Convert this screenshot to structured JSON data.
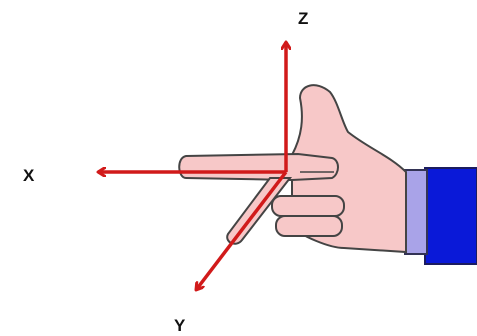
{
  "axes": {
    "x": "X",
    "y": "Y",
    "z": "Z"
  },
  "colors": {
    "axis": "#d11a1a",
    "skin": "#f7c8c8",
    "outline": "#444444",
    "cuff": "#a9a3e8",
    "sleeve": "#0a19d8"
  },
  "icons": {
    "hand": "right-hand-rule-hand"
  }
}
